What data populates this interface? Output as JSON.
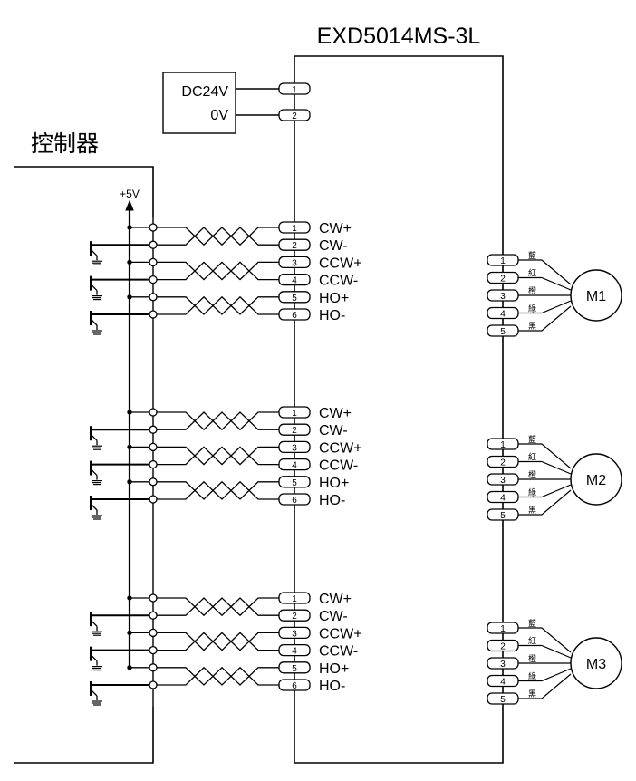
{
  "driver": {
    "title": "EXD5014MS-3L"
  },
  "controller": {
    "title": "控制器",
    "supply_label": "+5V"
  },
  "power": {
    "lines": [
      "DC24V",
      "0V"
    ],
    "pins": [
      "1",
      "2"
    ]
  },
  "channels": [
    {
      "pins": [
        "1",
        "2",
        "3",
        "4",
        "5",
        "6"
      ],
      "signals": [
        "CW+",
        "CW-",
        "CCW+",
        "CCW-",
        "HO+",
        "HO-"
      ],
      "motor": {
        "name": "M1",
        "pins": [
          "1",
          "2",
          "3",
          "4",
          "5"
        ],
        "wires": [
          "藍",
          "紅",
          "橙",
          "綠",
          "黑"
        ]
      }
    },
    {
      "pins": [
        "1",
        "2",
        "3",
        "4",
        "5",
        "6"
      ],
      "signals": [
        "CW+",
        "CW-",
        "CCW+",
        "CCW-",
        "HO+",
        "HO-"
      ],
      "motor": {
        "name": "M2",
        "pins": [
          "1",
          "2",
          "3",
          "4",
          "5"
        ],
        "wires": [
          "藍",
          "紅",
          "橙",
          "綠",
          "黑"
        ]
      }
    },
    {
      "pins": [
        "1",
        "2",
        "3",
        "4",
        "5",
        "6"
      ],
      "signals": [
        "CW+",
        "CW-",
        "CCW+",
        "CCW-",
        "HO+",
        "HO-"
      ],
      "motor": {
        "name": "M3",
        "pins": [
          "1",
          "2",
          "3",
          "4",
          "5"
        ],
        "wires": [
          "藍",
          "紅",
          "橙",
          "綠",
          "黑"
        ]
      }
    }
  ]
}
